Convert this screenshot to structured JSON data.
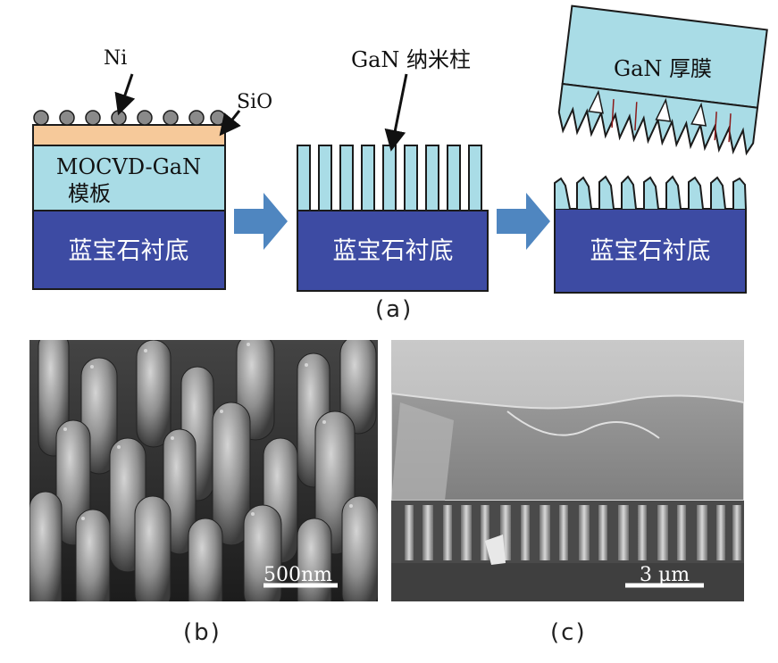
{
  "panel_a": {
    "step1": {
      "ni_label": "Ni",
      "sio_label": "SiO",
      "template_line1": "MOCVD-GaN",
      "template_line2": "模板",
      "substrate": "蓝宝石衬底"
    },
    "step2": {
      "nanocolumn_label": "GaN 纳米柱",
      "substrate": "蓝宝石衬底"
    },
    "step3": {
      "thick_film_label": "GaN 厚膜",
      "substrate": "蓝宝石衬底"
    },
    "caption": "(a)",
    "colors": {
      "substrate": "#3d4ba3",
      "template": "#a9dce6",
      "mask": "#f6c99a",
      "arrow": "#4f86c0"
    }
  },
  "panel_b": {
    "scale_bar": "500nm",
    "caption": "(b)"
  },
  "panel_c": {
    "scale_bar": "3 μm",
    "caption": "(c)"
  }
}
